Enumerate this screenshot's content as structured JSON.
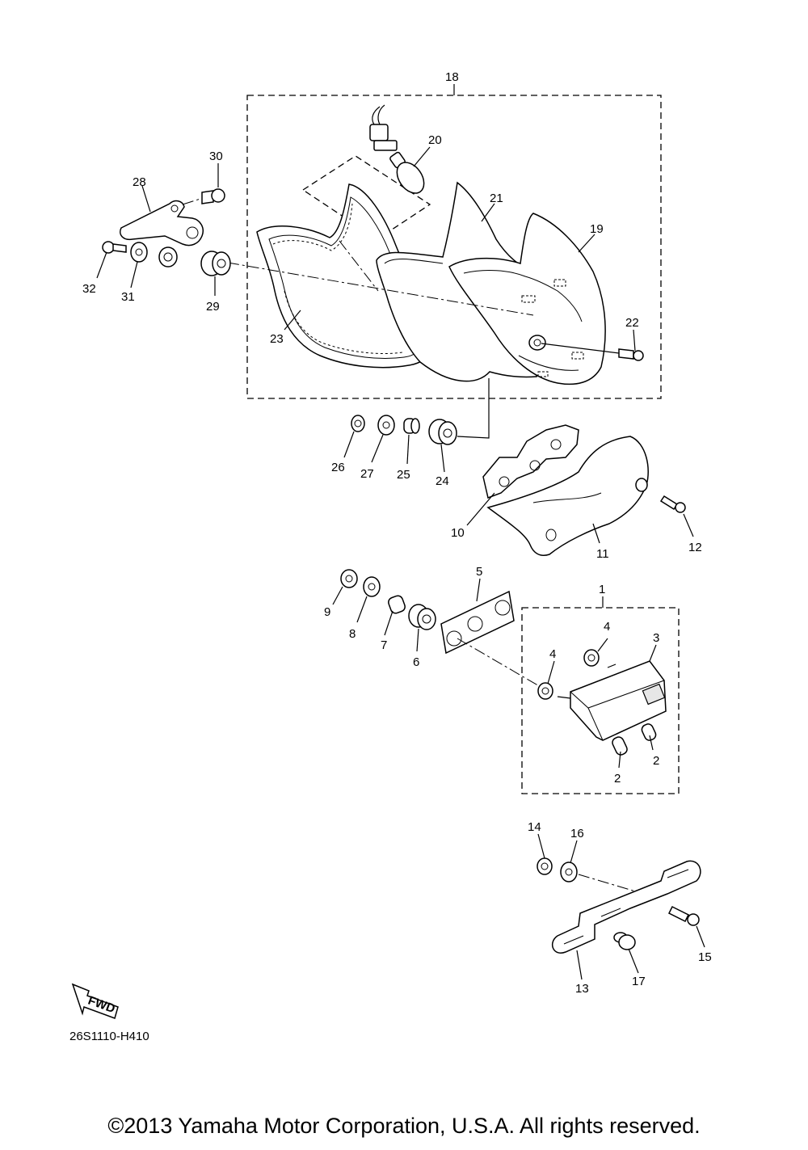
{
  "callouts": [
    "1",
    "2",
    "2",
    "3",
    "4",
    "4",
    "5",
    "6",
    "7",
    "8",
    "9",
    "10",
    "11",
    "12",
    "13",
    "14",
    "15",
    "16",
    "17",
    "18",
    "19",
    "20",
    "21",
    "22",
    "23",
    "24",
    "25",
    "26",
    "27",
    "28",
    "29",
    "30",
    "31",
    "32"
  ],
  "fwd_label": "FWD",
  "diagram_code": "26S1110-H410",
  "copyright": "©2013 Yamaha Motor Corporation, U.S.A. All rights reserved."
}
